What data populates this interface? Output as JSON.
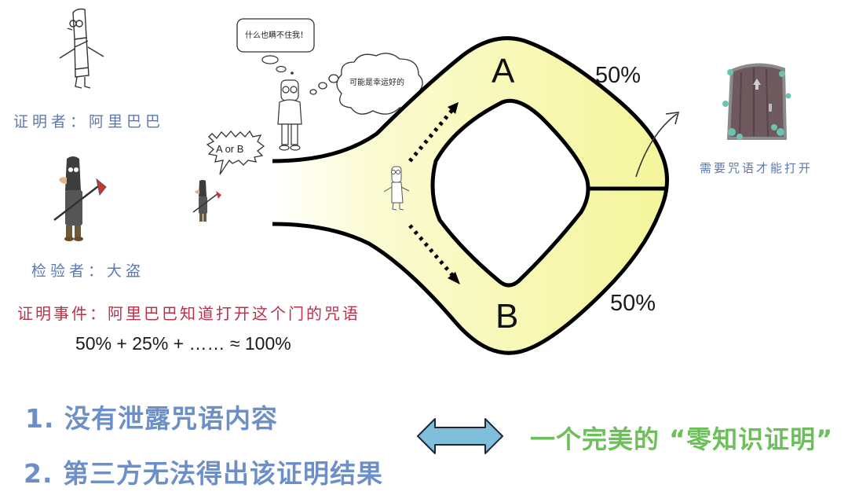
{
  "characters": {
    "prover": {
      "label": "证明者：阿里巴巴",
      "icon": "alibaba-figure-icon"
    },
    "verifier": {
      "label": "检验者：大盗",
      "icon": "bandit-figure-icon"
    },
    "observer": {
      "icon": "observer-figure-icon"
    }
  },
  "bubbles": {
    "verifier_speech": "A or B",
    "observer_box": "什么也瞒不住我！",
    "observer_thought": "可能是幸运好的"
  },
  "statement": {
    "label": "证明事件：阿里巴巴知道打开这个门的咒语",
    "formula": "50% + 25% + …… ≈ 100%"
  },
  "cave": {
    "path_a": "A",
    "path_b": "B",
    "prob_a": "50%",
    "prob_b": "50%",
    "fill_color": "#f7f7a6",
    "stroke_color": "#000000"
  },
  "door": {
    "caption": "需要咒语才能打开",
    "icon": "magic-door-icon"
  },
  "conclusions": {
    "point1": "1. 没有泄露咒语内容",
    "point2": "2. 第三方无法得出该证明结果",
    "equivalence_icon": "double-arrow-icon",
    "result": "一个完美的 “零知识证明”",
    "arrow_color": "#7fbfdc",
    "result_color": "#6cbf5a",
    "points_color": "#6c8fc8"
  }
}
